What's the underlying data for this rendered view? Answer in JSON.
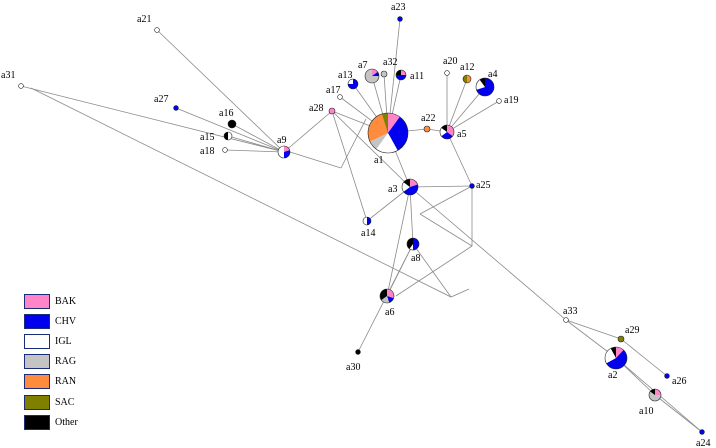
{
  "colors": {
    "BAK": "#ff85c8",
    "CHV": "#0000ee",
    "IGL": "#ffffff",
    "RAG": "#c4c4c4",
    "RAN": "#ff8b3d",
    "SAC": "#808000",
    "Other": "#000000"
  },
  "legend": [
    {
      "key": "BAK",
      "label": "BAK"
    },
    {
      "key": "CHV",
      "label": "CHV"
    },
    {
      "key": "IGL",
      "label": "IGL"
    },
    {
      "key": "RAG",
      "label": "RAG"
    },
    {
      "key": "RAN",
      "label": "RAN"
    },
    {
      "key": "SAC",
      "label": "SAC"
    },
    {
      "key": "Other",
      "label": "Other"
    }
  ],
  "haplotypes": [
    {
      "id": "a1",
      "label": "a1",
      "comp": {
        "CHV": 0.32,
        "IGL": 0.18,
        "RAG": 0.08,
        "SAC": 0.05,
        "RAN": 0.27,
        "BAK": 0.1
      }
    },
    {
      "id": "a2",
      "label": "a2",
      "comp": {
        "CHV": 0.55,
        "IGL": 0.25,
        "BAK": 0.12,
        "Other": 0.08
      }
    },
    {
      "id": "a3",
      "label": "a3",
      "comp": {
        "CHV": 0.45,
        "IGL": 0.2,
        "BAK": 0.2,
        "Other": 0.15
      }
    },
    {
      "id": "a4",
      "label": "a4",
      "comp": {
        "CHV": 0.7,
        "IGL": 0.2,
        "Other": 0.1
      }
    },
    {
      "id": "a5",
      "label": "a5",
      "comp": {
        "BAK": 0.35,
        "CHV": 0.3,
        "IGL": 0.2,
        "Other": 0.15
      }
    },
    {
      "id": "a6",
      "label": "a6",
      "comp": {
        "BAK": 0.3,
        "RAG": 0.2,
        "Other": 0.35,
        "CHV": 0.15
      }
    },
    {
      "id": "a7",
      "label": "a7",
      "comp": {
        "RAG": 0.75,
        "CHV": 0.1,
        "BAK": 0.15
      }
    },
    {
      "id": "a8",
      "label": "a8",
      "comp": {
        "CHV": 0.5,
        "Other": 0.4,
        "IGL": 0.1
      }
    },
    {
      "id": "a9",
      "label": "a9",
      "comp": {
        "IGL": 0.5,
        "CHV": 0.3,
        "BAK": 0.2
      }
    },
    {
      "id": "a10",
      "label": "a10",
      "comp": {
        "RAG": 0.6,
        "BAK": 0.25,
        "Other": 0.15
      }
    },
    {
      "id": "a11",
      "label": "a11",
      "comp": {
        "CHV": 0.5,
        "BAK": 0.25,
        "Other": 0.25
      }
    },
    {
      "id": "a12",
      "label": "a12",
      "comp": {
        "RAN": 0.5,
        "SAC": 0.5
      }
    },
    {
      "id": "a13",
      "label": "a13",
      "comp": {
        "CHV": 0.75,
        "IGL": 0.25
      }
    },
    {
      "id": "a14",
      "label": "a14",
      "comp": {
        "CHV": 0.5,
        "IGL": 0.5
      }
    },
    {
      "id": "a15",
      "label": "a15",
      "comp": {
        "Other": 0.5,
        "IGL": 0.5
      }
    },
    {
      "id": "a16",
      "label": "a16",
      "comp": {
        "Other": 1
      }
    },
    {
      "id": "a17",
      "label": "a17",
      "comp": {
        "IGL": 1
      }
    },
    {
      "id": "a18",
      "label": "a18",
      "comp": {
        "IGL": 1
      }
    },
    {
      "id": "a19",
      "label": "a19",
      "comp": {
        "IGL": 1
      }
    },
    {
      "id": "a20",
      "label": "a20",
      "comp": {
        "IGL": 1
      }
    },
    {
      "id": "a21",
      "label": "a21",
      "comp": {
        "IGL": 1
      }
    },
    {
      "id": "a22",
      "label": "a22",
      "comp": {
        "RAN": 1
      }
    },
    {
      "id": "a23",
      "label": "a23",
      "comp": {
        "CHV": 1
      }
    },
    {
      "id": "a24",
      "label": "a24",
      "comp": {
        "CHV": 1
      }
    },
    {
      "id": "a25",
      "label": "a25",
      "comp": {
        "CHV": 1
      }
    },
    {
      "id": "a26",
      "label": "a26",
      "comp": {
        "CHV": 1
      }
    },
    {
      "id": "a27",
      "label": "a27",
      "comp": {
        "CHV": 1
      }
    },
    {
      "id": "a28",
      "label": "a28",
      "comp": {
        "BAK": 1
      }
    },
    {
      "id": "a29",
      "label": "a29",
      "comp": {
        "SAC": 1
      }
    },
    {
      "id": "a30",
      "label": "a30",
      "comp": {
        "Other": 1
      }
    },
    {
      "id": "a31",
      "label": "a31",
      "comp": {
        "IGL": 1
      }
    },
    {
      "id": "a32",
      "label": "a32",
      "comp": {
        "RAG": 1
      }
    },
    {
      "id": "a33",
      "label": "a33",
      "comp": {
        "IGL": 1
      }
    }
  ]
}
